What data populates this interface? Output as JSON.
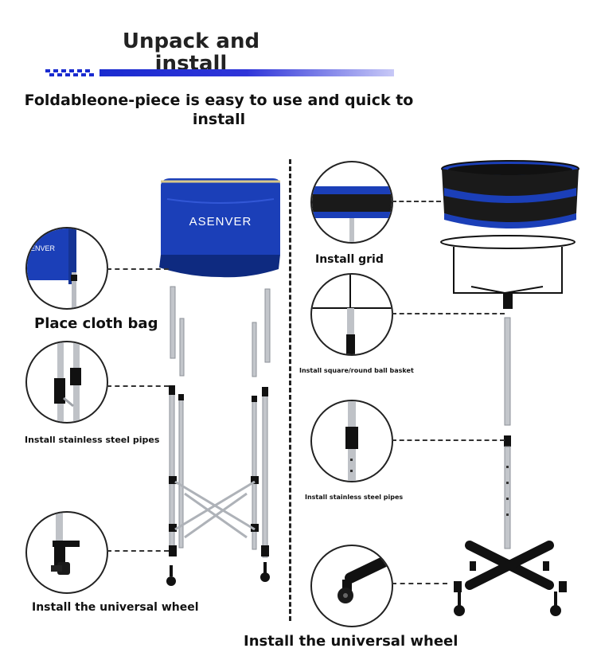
{
  "header": {
    "title": "Unpack and install",
    "subtitle": "Foldableone-piece is easy to use and quick to install"
  },
  "left": {
    "brand": "ASENVER",
    "brand_crop": "ENVER",
    "steps": [
      "Place cloth bag",
      "Install stainless steel pipes",
      "Install the universal wheel"
    ]
  },
  "right": {
    "steps": [
      "Install grid",
      "Install square/round ball basket",
      "Install stainless steel pipes"
    ]
  },
  "footer": {
    "label": "Install the universal wheel"
  },
  "colors": {
    "bag_blue": "#1b3fb8",
    "bag_dark": "#0e2a80",
    "steel": "#b9bcc2",
    "black": "#111111"
  }
}
